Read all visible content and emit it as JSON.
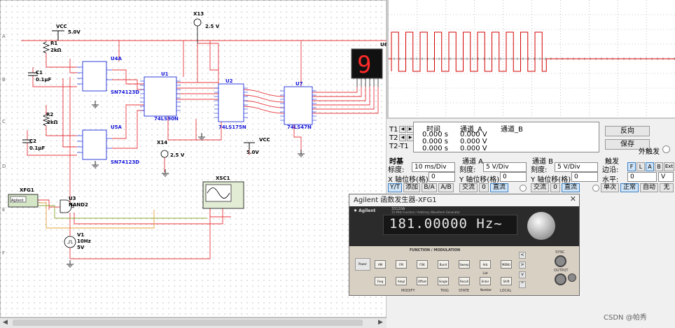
{
  "schematic": {
    "instruments": {
      "x13": "X13",
      "x13_val": "2.5 V",
      "x14": "X14",
      "x14_val": "2.5 V",
      "xsc1": "XSC1",
      "xfg1": "XFG1",
      "xfg_brand": "Agilent"
    },
    "power": {
      "vcc1": "VCC",
      "vcc1_val": "5.0V",
      "vcc2": "VCC",
      "vcc2_val": "5.0V"
    },
    "parts": {
      "r1": "R1",
      "r1_val": "2kΩ",
      "r2": "R2",
      "r2_val": "2kΩ",
      "c1": "C1",
      "c1_val": "0.1μF",
      "c2": "C2",
      "c2_val": "0.1μF",
      "u4a": "U4A",
      "u4a_type": "SN74123D",
      "u5a": "U5A",
      "u5a_type": "SN74123D",
      "u1": "U1",
      "u1_type": "74LS90N",
      "u2": "U2",
      "u2_type": "74LS175N",
      "u7": "U7",
      "u7_type": "74LS47N",
      "u3": "U3",
      "u3_type": "NAND2",
      "u6": "U6",
      "seg_digit": "9",
      "v1": "V1",
      "v1_freq": "10Hz",
      "v1_amp": "5V"
    },
    "rows": [
      "A",
      "B",
      "C",
      "D",
      "E",
      "F"
    ]
  },
  "scope": {
    "cursor_labels": [
      "T1",
      "T2",
      "T2-T1"
    ],
    "headers": {
      "time": "时间",
      "cha": "通道_A",
      "chb": "通道_B"
    },
    "rows": [
      {
        "time": "0.000 s",
        "cha": "0.000 V"
      },
      {
        "time": "0.000 s",
        "cha": "0.000 V"
      },
      {
        "time": "0.000 s",
        "cha": "0.000 V"
      }
    ],
    "reverse_btn": "反向",
    "save_btn": "保存",
    "ext_trig": "外触发",
    "timebase": {
      "title": "时基",
      "scale_lbl": "标度:",
      "scale": "10 ms/Div",
      "xpos_lbl": "X 轴位移(格):",
      "xpos": "0",
      "modes": [
        "Y/T",
        "添加",
        "B/A",
        "A/B"
      ]
    },
    "cha": {
      "title": "通道 A",
      "scale_lbl": "刻度:",
      "scale": "5  V/Div",
      "ypos_lbl": "Y 轴位移(格):",
      "ypos": "0",
      "coupling": [
        "交流",
        "0",
        "直流"
      ]
    },
    "chb": {
      "title": "通道 B",
      "scale_lbl": "刻度:",
      "scale": "5  V/Div",
      "ypos_lbl": "Y 轴位移(格):",
      "ypos": "0",
      "coupling": [
        "交流",
        "0",
        "直流"
      ]
    },
    "trigger": {
      "title": "触发",
      "edge_lbl": "边沿:",
      "edge_btns": [
        "F",
        "L",
        "A",
        "B",
        "Ext"
      ],
      "level_lbl": "水平:",
      "level": "0",
      "level_unit": "V",
      "modes": [
        "单次",
        "正常",
        "自动",
        "无"
      ]
    }
  },
  "fg": {
    "window_title": "Agilent 函数发生器-XFG1",
    "brand": "Agilent",
    "model": "33120A",
    "subtitle": "15 MHz Function / Arbitrary Waveform Generator",
    "frequency": "181.00000 Hz~",
    "power": "Power",
    "sections": {
      "fm": "FUNCTION / MODULATION",
      "trig": "TRIG",
      "state": "STATE",
      "local": "LOCAL",
      "modify": "MODIFY"
    },
    "top_keys": [
      "AM",
      "FM",
      "FSK",
      "Burst",
      "Sweep",
      "Arb List",
      "MENU"
    ],
    "bottom_keys": [
      "Freq",
      "Ampl",
      "Offset",
      "Single",
      "Recall",
      "Enter Number",
      "Shift"
    ],
    "outputs": {
      "sync": "SYNC",
      "output": "OUTPUT"
    }
  },
  "watermark": "CSDN @帕秀",
  "colors": {
    "wire": "#e8383d",
    "part": "#1a2dd8",
    "label": "#1414d8",
    "trace": "#d40000",
    "fg_body": "#d9d0c4"
  }
}
